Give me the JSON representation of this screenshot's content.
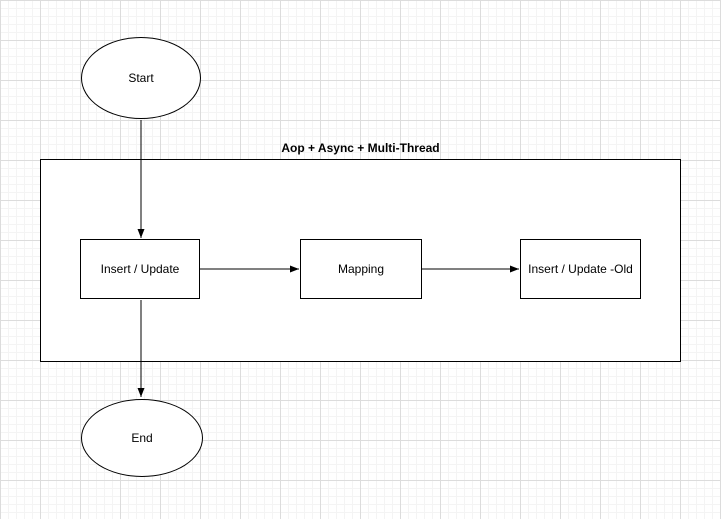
{
  "diagram": {
    "title": "Aop + Async + Multi-Thread",
    "nodes": [
      {
        "id": "start",
        "type": "ellipse",
        "label": "Start"
      },
      {
        "id": "insert-update",
        "type": "rectangle",
        "label": "Insert / Update"
      },
      {
        "id": "mapping",
        "type": "rectangle",
        "label": "Mapping"
      },
      {
        "id": "insert-update-old",
        "type": "rectangle",
        "label": "Insert / Update -Old"
      },
      {
        "id": "end",
        "type": "ellipse",
        "label": "End"
      },
      {
        "id": "thread-container",
        "type": "container-rectangle",
        "label": "Aop + Async + Multi-Thread"
      }
    ],
    "edges": [
      {
        "from": "start",
        "to": "insert-update",
        "direction": "down"
      },
      {
        "from": "insert-update",
        "to": "mapping",
        "direction": "right"
      },
      {
        "from": "mapping",
        "to": "insert-update-old",
        "direction": "right"
      },
      {
        "from": "insert-update",
        "to": "end",
        "direction": "down"
      }
    ],
    "colors": {
      "shape_stroke": "#000000",
      "shape_fill": "#ffffff",
      "edge_stroke": "#000000",
      "text": "#000000",
      "canvas": "#ffffff",
      "grid_minor": "#f4f4f4",
      "grid_major": "#dcdcdc"
    }
  }
}
